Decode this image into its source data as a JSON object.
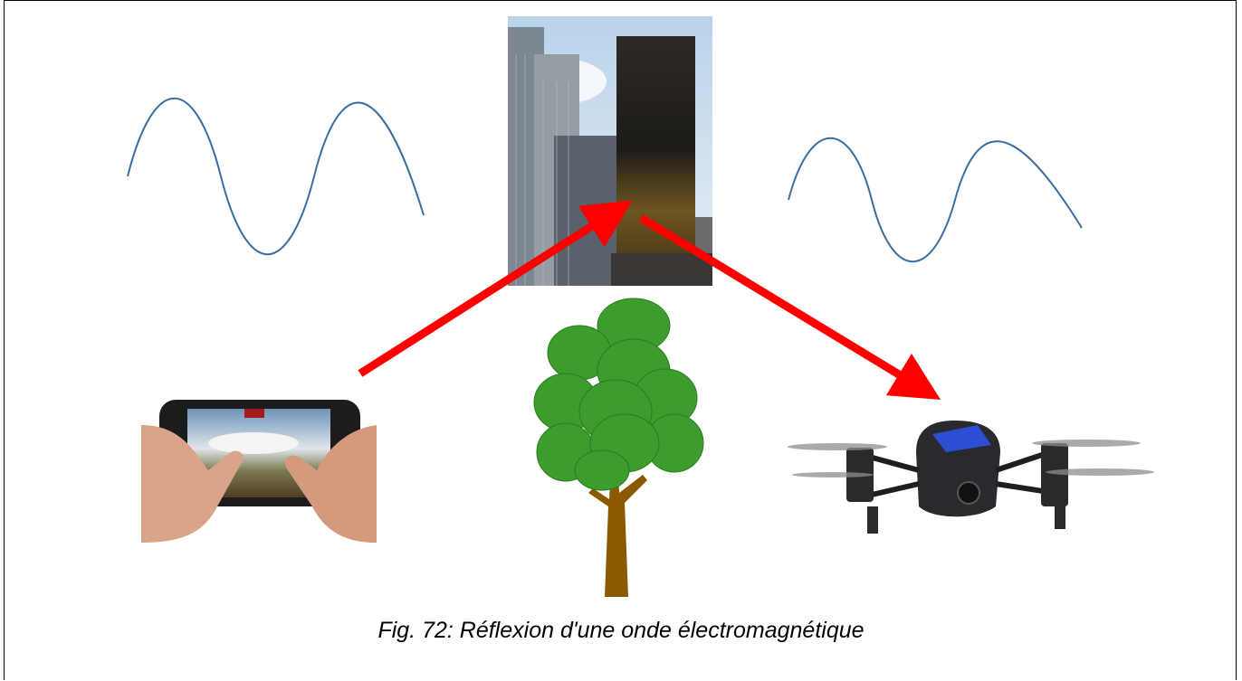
{
  "figure": {
    "caption": "Fig. 72: Réflexion d'une onde électromagnétique",
    "elements": {
      "left_wave": "sine-wave-icon",
      "right_wave": "sine-wave-icon",
      "building": "skyscraper-photo",
      "tree": "tree-icon",
      "phone": "smartphone-controller-photo",
      "drone": "quadcopter-drone-photo"
    },
    "colors": {
      "arrow": "#ff0000",
      "wave": "#3b6e9e",
      "tree_leaves": "#3c9c2c",
      "tree_trunk": "#8b5a00"
    }
  }
}
